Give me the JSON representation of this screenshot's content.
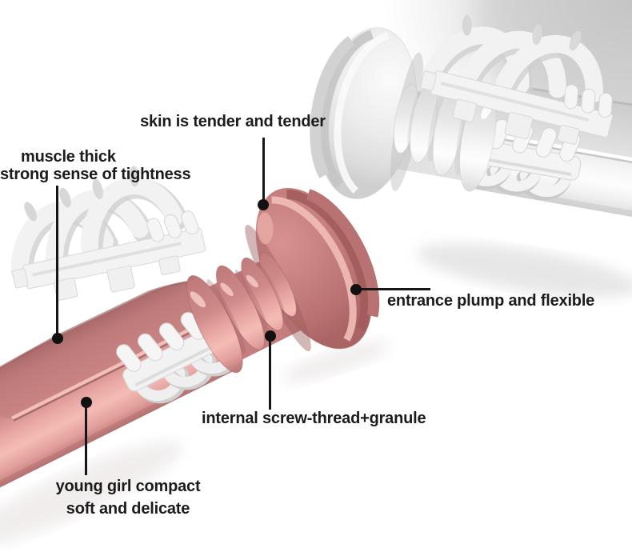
{
  "diagram": {
    "type": "annotated-product-render",
    "background_color": "#ffffff",
    "annotation_line_color": "#161616",
    "annotation_text_color": "#1b1b1b"
  },
  "callouts": {
    "skin": {
      "label": "skin is tender and tender"
    },
    "muscle": {
      "line1": "muscle thick",
      "line2": "strong sense of tightness"
    },
    "entrance": {
      "label": "entrance plump and flexible"
    },
    "internal": {
      "label": "internal screw-thread+granule"
    },
    "young": {
      "line1": "young girl compact",
      "line2": "soft and delicate"
    }
  },
  "renders": {
    "pink_sleeve": {
      "base_color": "#c87e7e",
      "highlight_color": "#f3bfb9",
      "groove_color": "#a25b5b",
      "insert_color": "#f2f2f2"
    },
    "white_sleeve": {
      "base_color": "#ececec",
      "shade_color": "#d2d2d2",
      "highlight_color": "#fdfdfd"
    }
  }
}
